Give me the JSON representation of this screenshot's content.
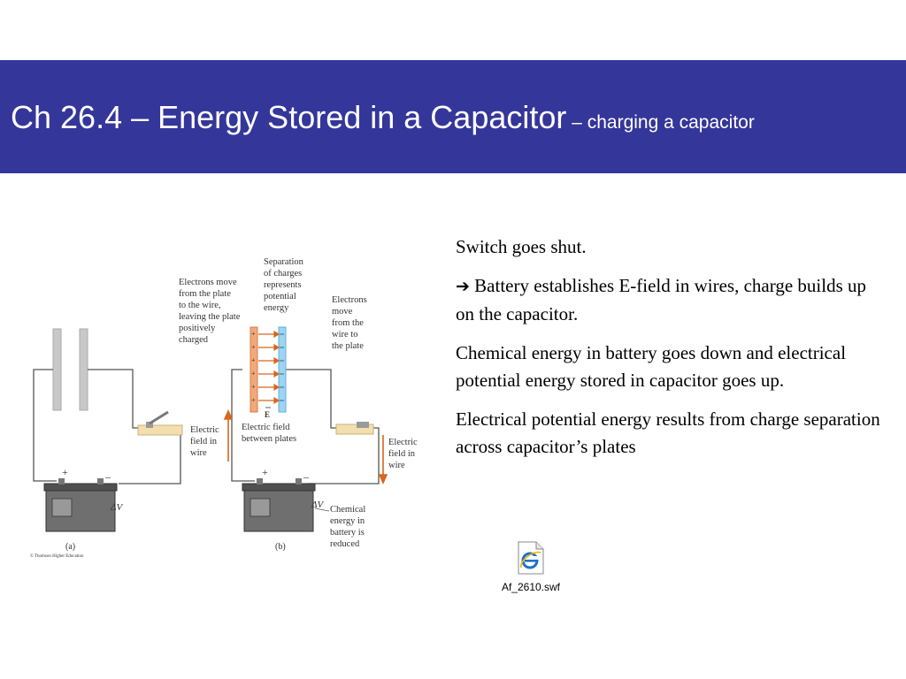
{
  "slide": {
    "title_main": "Ch 26.4 – Energy Stored in a Capacitor",
    "title_sub": " – charging a capacitor"
  },
  "figure": {
    "a": {
      "caption": "(a)",
      "plus": "+",
      "minus": "–",
      "dv": "ΔV",
      "copyright": "© Thomson Higher Education"
    },
    "b": {
      "caption": "(b)",
      "plus": "+",
      "minus": "–",
      "dv": "ΔV",
      "e_label": "E",
      "label_electrons_leave": [
        "Electrons move",
        "from the plate",
        "to the wire,",
        "leaving the plate",
        "positively",
        "charged"
      ],
      "label_separation": [
        "Separation",
        "of charges",
        "represents",
        "potential",
        "energy"
      ],
      "label_electrons_move": [
        "Electrons",
        "move",
        "from the",
        "wire to",
        "the plate"
      ],
      "label_field_wire_left": [
        "Electric",
        "field in",
        "wire"
      ],
      "label_field_plates": [
        "Electric field",
        "between plates"
      ],
      "label_field_wire_right": [
        "Electric",
        "field in",
        "wire"
      ],
      "label_chemical": [
        "Chemical",
        "energy in",
        "battery is",
        "reduced"
      ]
    }
  },
  "body": {
    "p1": "Switch goes shut.",
    "p2_arrow": "➔",
    "p2": " Battery establishes E-field in wires, charge builds up on the capacitor.",
    "p3": "Chemical energy in battery goes down and electrical potential energy stored in capacitor goes up.",
    "p4": "Electrical potential energy results from charge separation across capacitor’s plates"
  },
  "file": {
    "name": "Af_2610.swf",
    "icon": "internet-explorer-file-icon"
  },
  "colors": {
    "title_bar": "#35369a",
    "positive_plate": "#f2a878",
    "negative_plate": "#9fd3f0",
    "field_arrow": "#d8661e"
  }
}
